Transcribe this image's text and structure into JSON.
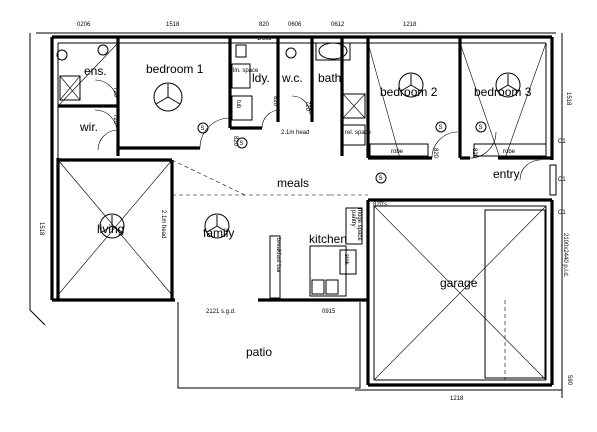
{
  "rooms": {
    "ensuite": "ens.",
    "wir": "wir.",
    "bedroom1": "bedroom 1",
    "laundry": "ldy.",
    "wc": "w.c.",
    "bath": "bath",
    "bedroom2": "bedroom 2",
    "bedroom3": "bedroom 3",
    "entry": "entry",
    "meals": "meals",
    "living": "living",
    "family": "family",
    "kitchen": "kitchen",
    "garage": "garage",
    "patio": "patio"
  },
  "dimensions": {
    "top_0206": "0206",
    "top_1518": "1518",
    "top_820": "820",
    "top_0606": "0606",
    "top_0612": "0612",
    "top_1218": "1218",
    "top_sub_820": "1/3uJ",
    "right_1518": "1518",
    "left_1518": "1518",
    "bottom_2121": "2121 s.g.d.",
    "bottom_0915": "0915",
    "bottom_1218": "1218",
    "bottom_right_590": "590",
    "door_720_a": "720",
    "door_720_b": "720",
    "door_720_c": "720",
    "door_820_a": "820",
    "door_820_b": "820",
    "door_820_c": "820",
    "door_820_d": "820",
    "door_820s": "820's",
    "hallway_height": "2.1m head",
    "living_height": "2.1m head",
    "garage_door": "2100x2440 p.l.d.",
    "c1_a": "C1",
    "c1_b": "C1",
    "c1_c": "C1"
  },
  "fixtures": {
    "robe_left": "robe",
    "robe_right": "robe",
    "linen": "rel. space",
    "washer": "lin. space",
    "tub": "tub",
    "breakfast_bar": "breakfast bar",
    "pantry": "pantry",
    "sink": "sink",
    "fridge": "fridge space",
    "smoke_1": "S",
    "smoke_2": "S",
    "smoke_3": "S",
    "smoke_4": "S",
    "smoke_5": "S"
  }
}
